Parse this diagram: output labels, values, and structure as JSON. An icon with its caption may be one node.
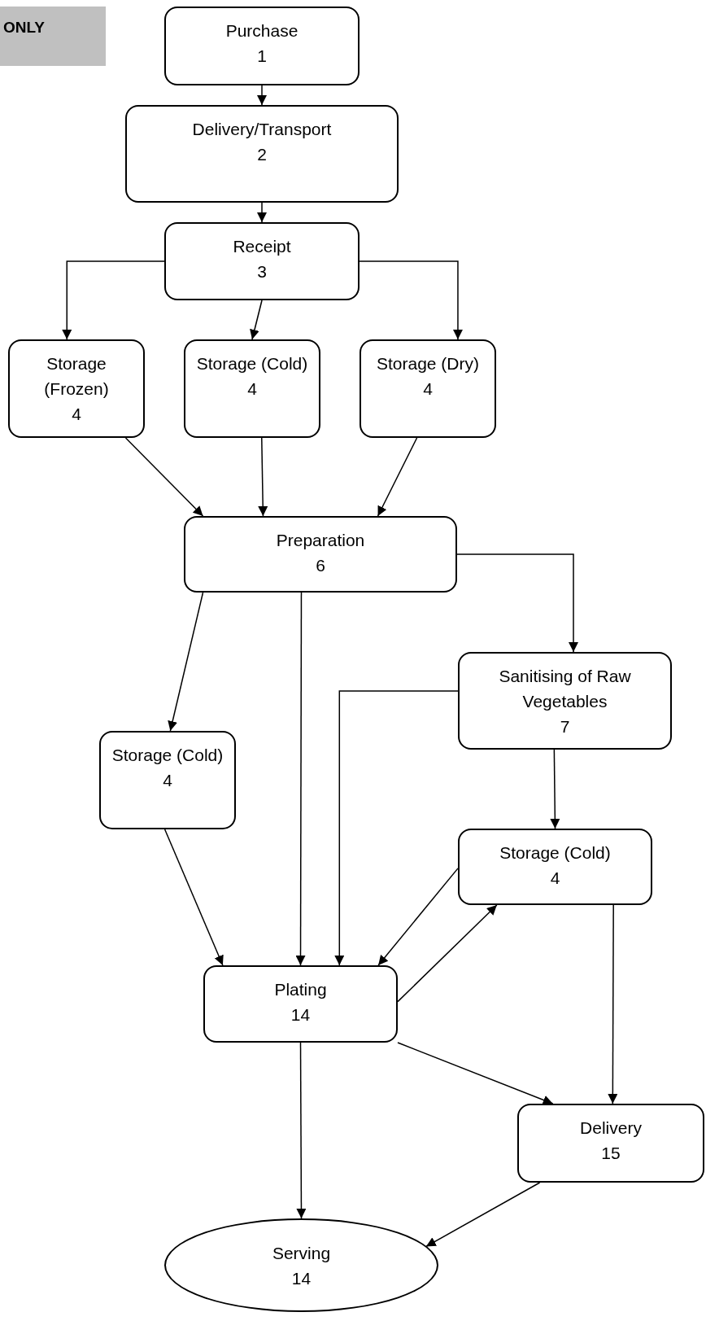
{
  "diagram": {
    "nodes": [
      {
        "text": [
          "ONLY"
        ]
      },
      {
        "text": [
          "Purchase",
          "1"
        ]
      },
      {
        "text": [
          "Delivery/Transport",
          "2"
        ]
      },
      {
        "text": [
          "Receipt",
          "3"
        ]
      },
      {
        "text": [
          "Storage (Frozen)",
          "4"
        ]
      },
      {
        "text": [
          "Storage (Cold)",
          "4"
        ]
      },
      {
        "text": [
          "Storage (Dry)",
          "4"
        ]
      },
      {
        "text": [
          "Preparation",
          "6"
        ]
      },
      {
        "text": [
          "Sanitising of Raw Vegetables",
          "7"
        ]
      },
      {
        "text": [
          "Storage (Cold)",
          "4"
        ]
      },
      {
        "text": [
          "Storage (Cold)",
          "4"
        ]
      },
      {
        "text": [
          "Plating",
          "14"
        ]
      },
      {
        "text": [
          "Delivery",
          "15"
        ]
      },
      {
        "text": [
          "Serving",
          "14"
        ]
      }
    ],
    "edges": [
      {
        "from": 1,
        "to": 2,
        "arrow": "to"
      },
      {
        "from": 2,
        "to": 3,
        "arrow": "to"
      },
      {
        "from": 3,
        "to": 4,
        "arrow": "to"
      },
      {
        "from": 3,
        "to": 5,
        "arrow": "to"
      },
      {
        "from": 3,
        "to": 6,
        "arrow": "to"
      },
      {
        "from": 4,
        "to": 7,
        "arrow": "to"
      },
      {
        "from": 5,
        "to": 7,
        "arrow": "to"
      },
      {
        "from": 6,
        "to": 7,
        "arrow": "to"
      },
      {
        "from": 7,
        "to": 8,
        "arrow": "to"
      },
      {
        "from": 7,
        "to": 9,
        "arrow": "to"
      },
      {
        "from": 7,
        "to": 11,
        "arrow": "to"
      },
      {
        "from": 8,
        "to": 11,
        "arrow": "to"
      },
      {
        "from": 8,
        "to": 10,
        "arrow": "to"
      },
      {
        "from": 9,
        "to": 11,
        "arrow": "to"
      },
      {
        "from": 10,
        "to": 11,
        "arrow": "to"
      },
      {
        "from": 11,
        "to": 10,
        "arrow": "to"
      },
      {
        "from": 10,
        "to": 12,
        "arrow": "to"
      },
      {
        "from": 11,
        "to": 12,
        "arrow": "to"
      },
      {
        "from": 11,
        "to": 13,
        "arrow": "to"
      },
      {
        "from": 12,
        "to": 13,
        "arrow": "to"
      }
    ]
  }
}
